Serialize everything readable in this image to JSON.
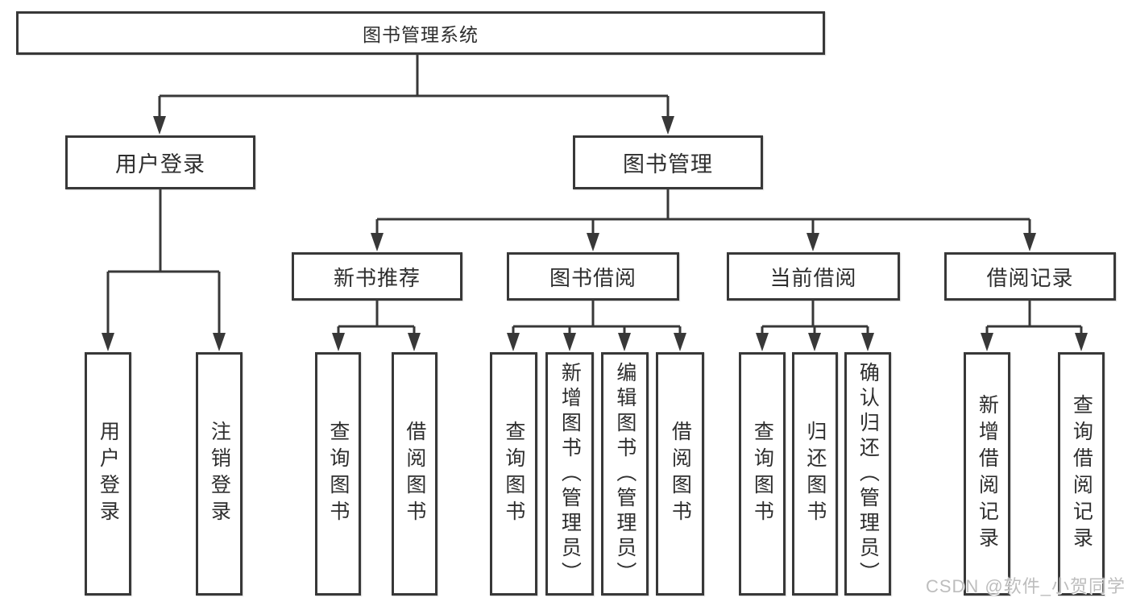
{
  "diagram_title": "图书管理系统",
  "tree": {
    "root": {
      "label": "图书管理系统",
      "children": [
        {
          "label": "用户登录",
          "children": [
            {
              "label": "用户登录"
            },
            {
              "label": "注销登录"
            }
          ]
        },
        {
          "label": "图书管理",
          "children": [
            {
              "label": "新书推荐",
              "children": [
                {
                  "label": "查询图书"
                },
                {
                  "label": "借阅图书"
                }
              ]
            },
            {
              "label": "图书借阅",
              "children": [
                {
                  "label": "查询图书"
                },
                {
                  "label": "新增图书（管理员）"
                },
                {
                  "label": "编辑图书（管理员）"
                },
                {
                  "label": "借阅图书"
                }
              ]
            },
            {
              "label": "当前借阅",
              "children": [
                {
                  "label": "查询图书"
                },
                {
                  "label": "归还图书"
                },
                {
                  "label": "确认归还（管理员）"
                }
              ]
            },
            {
              "label": "借阅记录",
              "children": [
                {
                  "label": "新增借阅记录"
                },
                {
                  "label": "查询借阅记录"
                }
              ]
            }
          ]
        }
      ]
    }
  },
  "watermark": {
    "text": "CSDN @软件_小贺同学"
  },
  "colors": {
    "line": "#383838",
    "text": "#2e2e2e",
    "background": "#ffffff",
    "watermark": "#bdbdbd"
  }
}
